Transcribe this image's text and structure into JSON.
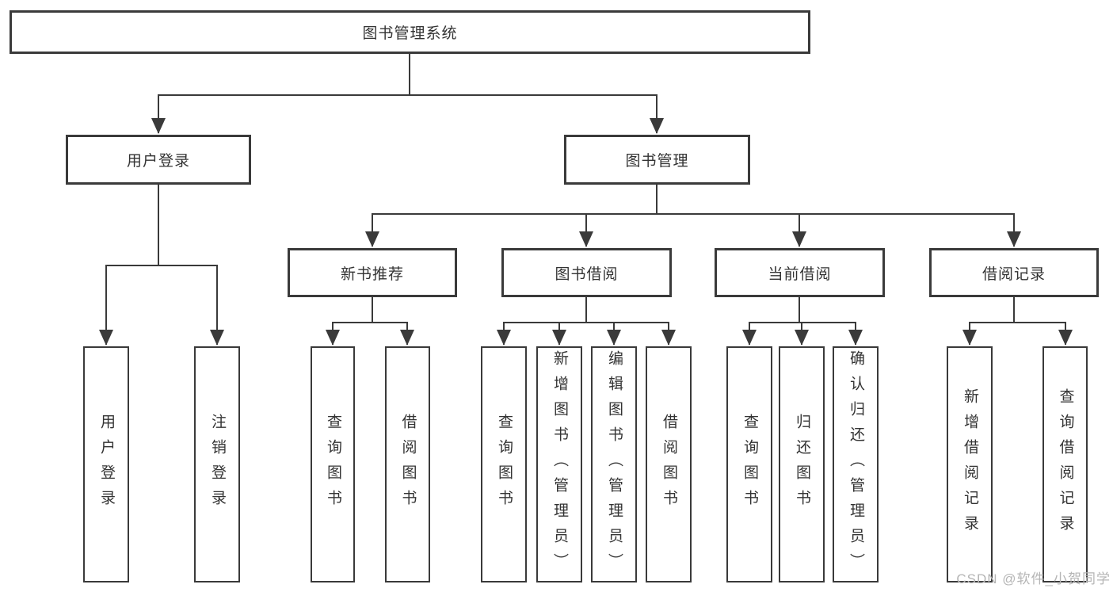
{
  "diagram": {
    "title": "图书管理系统",
    "root": {
      "label": "图书管理系统"
    },
    "level2": [
      {
        "label": "用户登录"
      },
      {
        "label": "图书管理"
      }
    ],
    "level3": [
      {
        "label": "新书推荐"
      },
      {
        "label": "图书借阅"
      },
      {
        "label": "当前借阅"
      },
      {
        "label": "借阅记录"
      }
    ],
    "leaves": [
      {
        "label": "用户登录",
        "parent": "用户登录"
      },
      {
        "label": "注销登录",
        "parent": "用户登录"
      },
      {
        "label": "查询图书",
        "parent": "新书推荐"
      },
      {
        "label": "借阅图书",
        "parent": "新书推荐"
      },
      {
        "label": "查询图书",
        "parent": "图书借阅"
      },
      {
        "label": "新增图书（管理员）",
        "parent": "图书借阅"
      },
      {
        "label": "编辑图书（管理员）",
        "parent": "图书借阅"
      },
      {
        "label": "借阅图书",
        "parent": "图书借阅"
      },
      {
        "label": "查询图书",
        "parent": "当前借阅"
      },
      {
        "label": "归还图书",
        "parent": "当前借阅"
      },
      {
        "label": "确认归还（管理员）",
        "parent": "当前借阅"
      },
      {
        "label": "新增借阅记录",
        "parent": "借阅记录"
      },
      {
        "label": "查询借阅记录",
        "parent": "借阅记录"
      }
    ]
  },
  "watermark": {
    "text": "CSDN @软件_小贺同学"
  },
  "colors": {
    "line": "#3a3a3a",
    "text": "#333333",
    "background": "#ffffff",
    "watermark": "#b5b5b5"
  }
}
